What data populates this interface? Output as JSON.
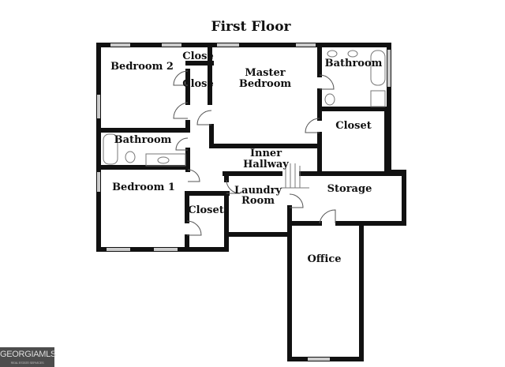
{
  "title": "First Floor",
  "rooms": {
    "bedroom2": "Bedroom 2",
    "closet_top1": "Close",
    "closet_top2": "Close",
    "master_line1": "Master",
    "master_line2": "Bedroom",
    "master_bath": "Bathroom",
    "master_closet": "Closet",
    "bathroom": "Bathroom",
    "inner_line1": "Inner",
    "inner_line2": "Hallway",
    "bedroom1": "Bedroom 1",
    "laundry_line1": "Laundry",
    "laundry_line2": "Room",
    "closet_b1": "Closet",
    "storage": "Storage",
    "office": "Office"
  },
  "logo": {
    "text": "GEORGIAMLS",
    "subtext": "REAL ESTATE SERVICES"
  }
}
